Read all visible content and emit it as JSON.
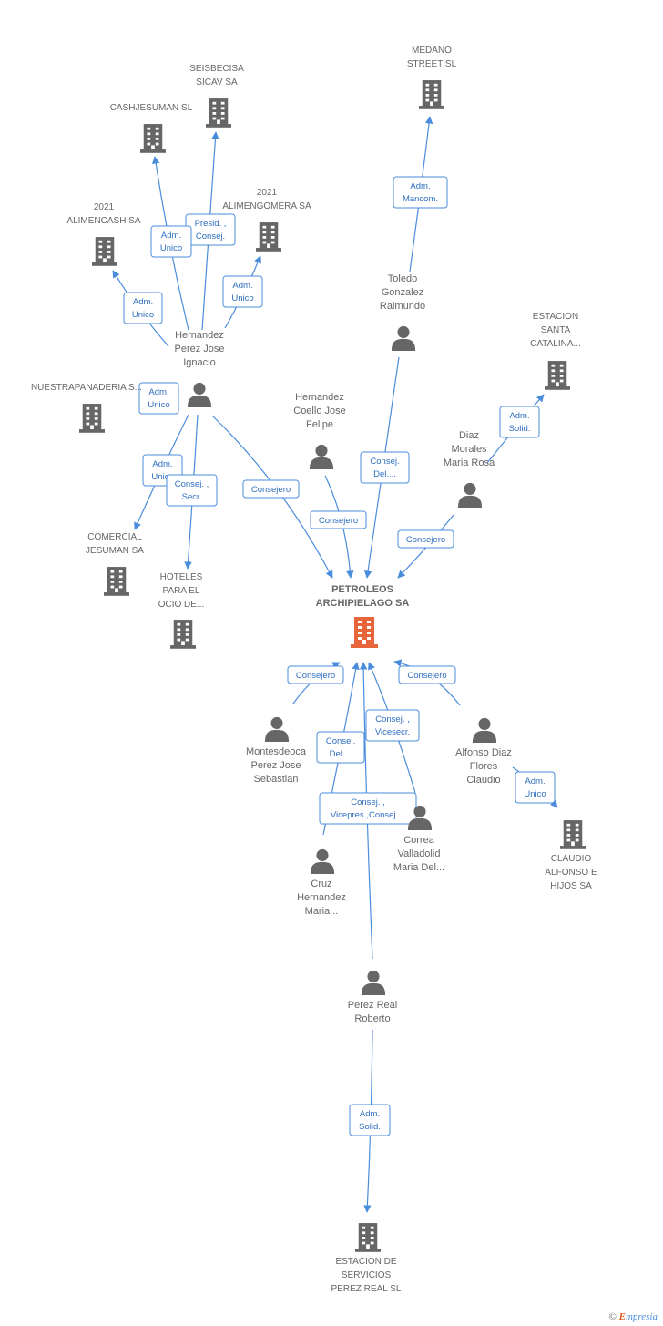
{
  "colors": {
    "edge": "#4a8cdc",
    "icon": "#666666",
    "main_icon": "#e8643a",
    "label": "#666666"
  },
  "main": {
    "name_lines": [
      "PETROLEOS",
      "ARCHIPIELAGO SA"
    ]
  },
  "companies": [
    {
      "id": "medano",
      "lines": [
        "MEDANO",
        "STREET SL"
      ]
    },
    {
      "id": "seisbecisa",
      "lines": [
        "SEISBECISA",
        "SICAV SA"
      ]
    },
    {
      "id": "cashjesuman",
      "lines": [
        "CASHJESUMAN SL"
      ]
    },
    {
      "id": "alimencash",
      "lines": [
        "2021",
        "ALIMENCASH SA"
      ]
    },
    {
      "id": "alimengomera",
      "lines": [
        "2021",
        "ALIMENGOMERA SA"
      ]
    },
    {
      "id": "nuestrapanaderia",
      "lines": [
        "NUESTRAPANADERIA S..."
      ]
    },
    {
      "id": "comercial",
      "lines": [
        "COMERCIAL",
        "JESUMAN SA"
      ]
    },
    {
      "id": "hoteles",
      "lines": [
        "HOTELES",
        "PARA EL",
        "OCIO DE..."
      ]
    },
    {
      "id": "estacion_santa",
      "lines": [
        "ESTACION",
        "SANTA",
        "CATALINA..."
      ]
    },
    {
      "id": "claudio_alfonso",
      "lines": [
        "CLAUDIO",
        "ALFONSO E",
        "HIJOS SA"
      ]
    },
    {
      "id": "estacion_servicios",
      "lines": [
        "ESTACION DE",
        "SERVICIOS",
        "PEREZ REAL  SL"
      ]
    }
  ],
  "persons": [
    {
      "id": "hernandez_perez",
      "lines": [
        "Hernandez",
        "Perez Jose",
        "Ignacio"
      ]
    },
    {
      "id": "toledo",
      "lines": [
        "Toledo",
        "Gonzalez",
        "Raimundo"
      ]
    },
    {
      "id": "hernandez_coello",
      "lines": [
        "Hernandez",
        "Coello Jose",
        "Felipe"
      ]
    },
    {
      "id": "diaz_morales",
      "lines": [
        "Diaz",
        "Morales",
        "Maria Rosa"
      ]
    },
    {
      "id": "montesdeoca",
      "lines": [
        "Montesdeoca",
        "Perez Jose",
        "Sebastian"
      ]
    },
    {
      "id": "alfonso_diaz",
      "lines": [
        "Alfonso Diaz",
        "Flores",
        "Claudio"
      ]
    },
    {
      "id": "correa",
      "lines": [
        "Correa",
        "Valladolid",
        "Maria Del..."
      ]
    },
    {
      "id": "cruz",
      "lines": [
        "Cruz",
        "Hernandez",
        "Maria..."
      ]
    },
    {
      "id": "perez_real",
      "lines": [
        "Perez Real",
        "Roberto"
      ]
    }
  ],
  "relations": [
    {
      "id": "r1",
      "lines": [
        "Adm.",
        "Mancom."
      ]
    },
    {
      "id": "r2",
      "lines": [
        "Presid. ,",
        "Consej."
      ]
    },
    {
      "id": "r3",
      "lines": [
        "Adm.",
        "Unico"
      ]
    },
    {
      "id": "r4",
      "lines": [
        "Adm.",
        "Unico"
      ]
    },
    {
      "id": "r5",
      "lines": [
        "Adm.",
        "Unico"
      ]
    },
    {
      "id": "r6",
      "lines": [
        "Adm.",
        "Unico"
      ]
    },
    {
      "id": "r7",
      "lines": [
        "Adm.",
        "Unico"
      ]
    },
    {
      "id": "r8",
      "lines": [
        "Consej. ,",
        "Secr."
      ]
    },
    {
      "id": "r9",
      "lines": [
        "Consejero"
      ]
    },
    {
      "id": "r10",
      "lines": [
        "Consej.",
        "Del...."
      ]
    },
    {
      "id": "r11",
      "lines": [
        "Adm.",
        "Solid."
      ]
    },
    {
      "id": "r12",
      "lines": [
        "Consejero"
      ]
    },
    {
      "id": "r13",
      "lines": [
        "Consejero"
      ]
    },
    {
      "id": "r14",
      "lines": [
        "Consejero"
      ]
    },
    {
      "id": "r15",
      "lines": [
        "Consejero"
      ]
    },
    {
      "id": "r16",
      "lines": [
        "Consej. ,",
        "Vicesecr."
      ]
    },
    {
      "id": "r17",
      "lines": [
        "Consej.",
        "Del...."
      ]
    },
    {
      "id": "r18",
      "lines": [
        "Adm.",
        "Unico"
      ]
    },
    {
      "id": "r19",
      "lines": [
        "Consej. ,",
        "Vicepres.,Consej...."
      ]
    },
    {
      "id": "r20",
      "lines": [
        "Adm.",
        "Solid."
      ]
    }
  ],
  "footer": {
    "copyright": "©",
    "brand_first": "E",
    "brand_rest": "mpresia"
  }
}
